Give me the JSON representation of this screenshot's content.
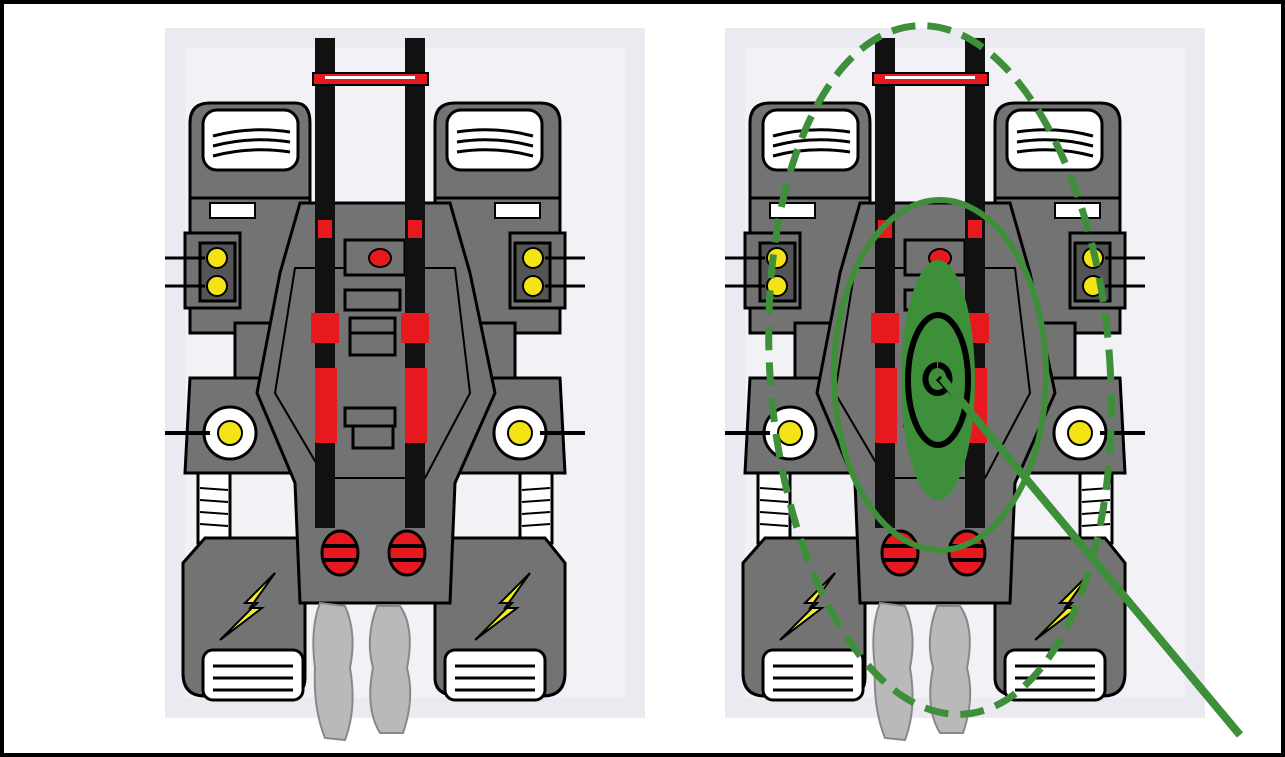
{
  "scene": {
    "panels": [
      {
        "id": "left",
        "overlay": false
      },
      {
        "id": "right",
        "overlay": true
      }
    ]
  },
  "colors": {
    "body_gray": "#737373",
    "outline": "#000000",
    "rail": "#111111",
    "accent_red": "#e8191e",
    "light_yellow": "#f5e415",
    "bolt_yellow": "#f6f01e",
    "tread_white": "#ffffff",
    "smoke_gray": "#b9b9b9",
    "backdrop_gray": "#e6e6ec",
    "overlay_green": "#3e8f3a"
  },
  "icons": [
    "vehicle-top-view",
    "lightning-bolt-icon",
    "exhaust-smoke-icon",
    "headlight-icon",
    "target-ring-icon",
    "pointer-line-icon"
  ]
}
